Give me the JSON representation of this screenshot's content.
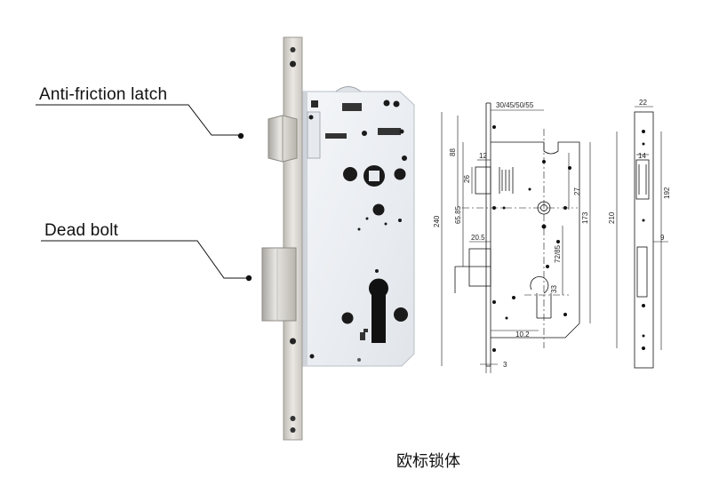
{
  "callouts": {
    "latch_label": "Anti-friction latch",
    "deadbolt_label": "Dead bolt"
  },
  "caption": "欧标锁体",
  "dimensions": {
    "backset_options": "30/45/50/55",
    "d88": "88",
    "d12": "12",
    "d26": "26",
    "d27": "27",
    "d240": "240",
    "d65_85": "65.85",
    "d173": "173",
    "d20_5": "20.5",
    "d72_85": "72/85",
    "d33": "33",
    "d10_2": "10.2",
    "d3": "3",
    "d22": "22",
    "d14": "14",
    "d210": "210",
    "d192": "192",
    "d9": "9"
  },
  "colors": {
    "lock_body": "#eef1f5",
    "faceplate": "#d9d6d1",
    "line": "#111111"
  }
}
